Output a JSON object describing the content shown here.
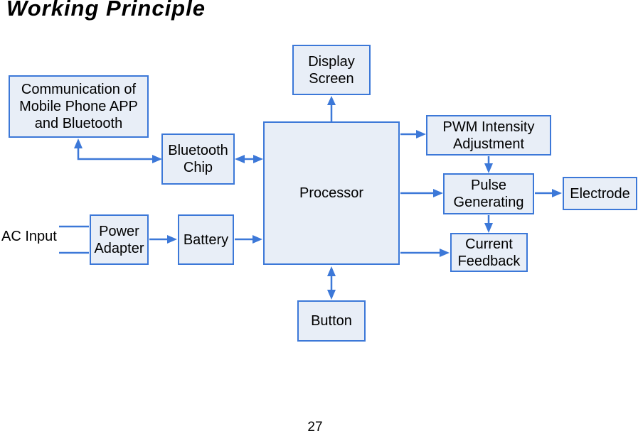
{
  "page": {
    "title": "Working Principle",
    "page_number": "27"
  },
  "labels": {
    "ac_input": "AC Input"
  },
  "nodes": {
    "display_screen": "Display\nScreen",
    "communication": "Communication of\nMobile Phone APP\nand Bluetooth",
    "bluetooth_chip": "Bluetooth\nChip",
    "processor": "Processor",
    "pwm_intensity": "PWM Intensity\nAdjustment",
    "pulse_generating": "Pulse\nGenerating",
    "electrode": "Electrode",
    "current_feedback": "Current\nFeedback",
    "power_adapter": "Power\nAdapter",
    "battery": "Battery",
    "button": "Button"
  },
  "connections": [
    {
      "from": "processor",
      "to": "display_screen",
      "arrows": "single",
      "shape": "straight-up"
    },
    {
      "from": "bluetooth_chip",
      "to": "communication",
      "arrows": "both",
      "shape": "elbow"
    },
    {
      "from": "bluetooth_chip",
      "to": "processor",
      "arrows": "both",
      "shape": "straight"
    },
    {
      "from": "processor",
      "to": "pwm_intensity",
      "arrows": "single",
      "shape": "straight"
    },
    {
      "from": "pwm_intensity",
      "to": "pulse_generating",
      "arrows": "single",
      "shape": "straight-down"
    },
    {
      "from": "processor",
      "to": "pulse_generating",
      "arrows": "single",
      "shape": "straight"
    },
    {
      "from": "pulse_generating",
      "to": "electrode",
      "arrows": "single",
      "shape": "straight"
    },
    {
      "from": "pulse_generating",
      "to": "current_feedback",
      "arrows": "single",
      "shape": "straight-down"
    },
    {
      "from": "processor",
      "to": "current_feedback",
      "arrows": "single",
      "shape": "straight"
    },
    {
      "from": "ac_input",
      "to": "power_adapter",
      "arrows": "none",
      "shape": "two-plain-lines"
    },
    {
      "from": "power_adapter",
      "to": "battery",
      "arrows": "single",
      "shape": "straight"
    },
    {
      "from": "battery",
      "to": "processor",
      "arrows": "single",
      "shape": "straight"
    },
    {
      "from": "processor",
      "to": "button",
      "arrows": "both",
      "shape": "straight-down"
    }
  ],
  "colors": {
    "node_fill": "#e8eef7",
    "node_stroke": "#3c78d8",
    "arrow": "#3c78d8",
    "text": "#000000",
    "background": "#ffffff"
  }
}
